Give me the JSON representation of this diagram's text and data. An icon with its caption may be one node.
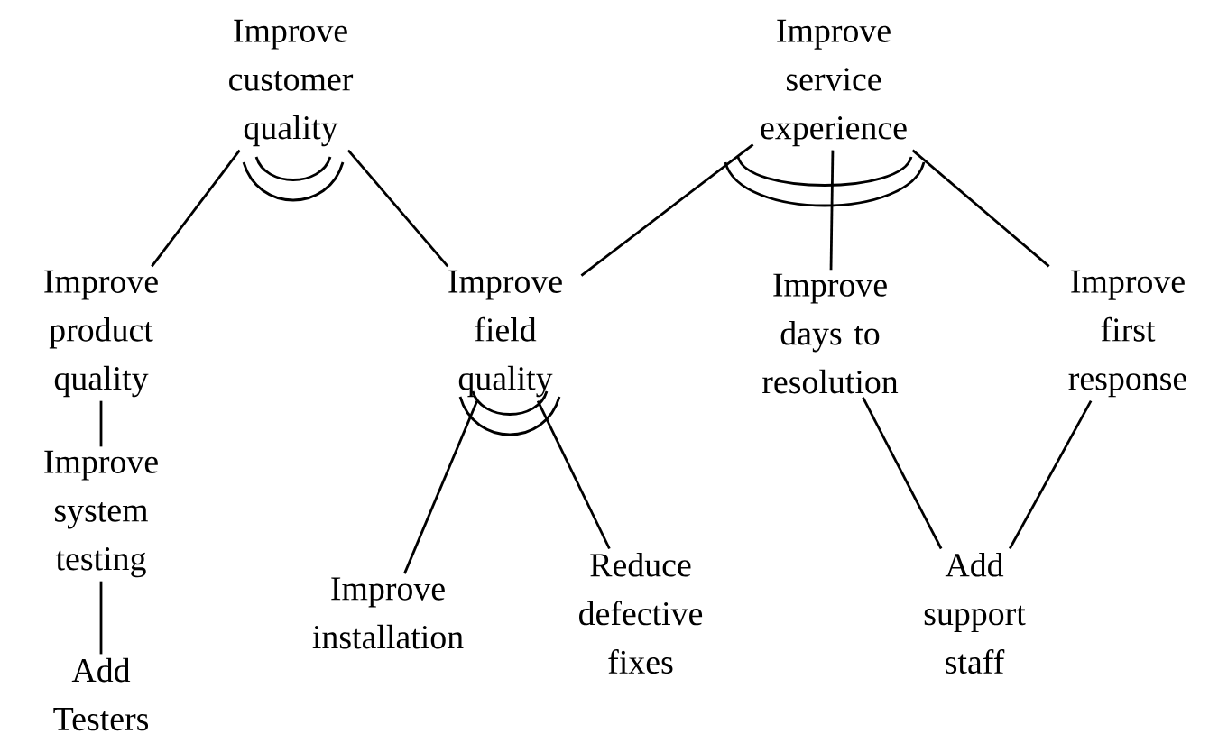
{
  "diagram": {
    "nodes": [
      {
        "text": [
          "Improve customer quality"
        ]
      },
      {
        "text": [
          "Improve service experience"
        ]
      },
      {
        "text": [
          "Improve product quality"
        ]
      },
      {
        "text": [
          "Improve field quality"
        ]
      },
      {
        "text": [
          "Improve days to resolution"
        ]
      },
      {
        "text": [
          "Improve first response"
        ]
      },
      {
        "text": [
          "Improve system testing"
        ]
      },
      {
        "text": [
          "Improve installation"
        ]
      },
      {
        "text": [
          "Reduce defective fixes"
        ]
      },
      {
        "text": [
          "Add support staff"
        ]
      },
      {
        "text": [
          "Add Testers"
        ]
      }
    ],
    "edges": [
      {
        "from": 0,
        "to": 2,
        "arrow": "none"
      },
      {
        "from": 0,
        "to": 3,
        "arrow": "none"
      },
      {
        "from": 1,
        "to": 3,
        "arrow": "none"
      },
      {
        "from": 1,
        "to": 4,
        "arrow": "none"
      },
      {
        "from": 1,
        "to": 5,
        "arrow": "none"
      },
      {
        "from": 2,
        "to": 6,
        "arrow": "none"
      },
      {
        "from": 6,
        "to": 10,
        "arrow": "none"
      },
      {
        "from": 3,
        "to": 7,
        "arrow": "none"
      },
      {
        "from": 3,
        "to": 8,
        "arrow": "none"
      },
      {
        "from": 4,
        "to": 9,
        "arrow": "none"
      },
      {
        "from": 5,
        "to": 9,
        "arrow": "none"
      }
    ]
  }
}
